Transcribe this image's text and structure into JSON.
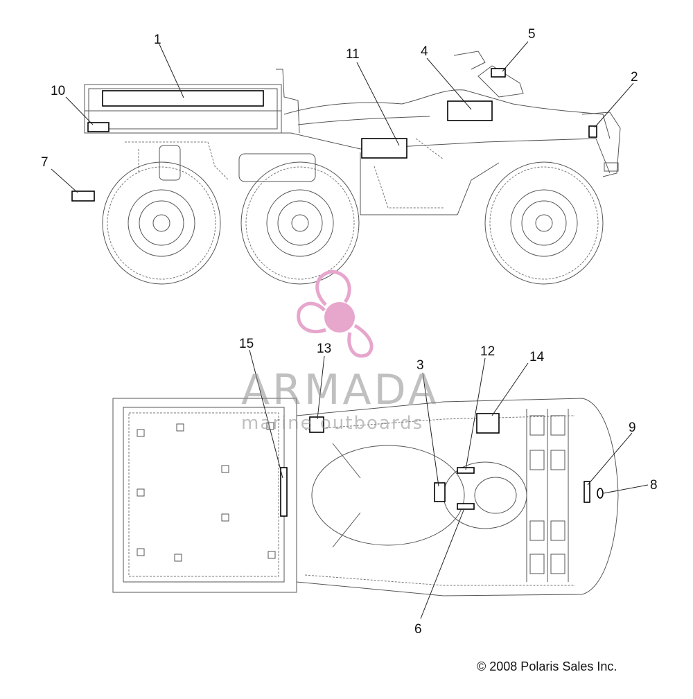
{
  "callouts": [
    {
      "id": "c1",
      "label": "1"
    },
    {
      "id": "c2",
      "label": "2"
    },
    {
      "id": "c3",
      "label": "3"
    },
    {
      "id": "c4",
      "label": "4"
    },
    {
      "id": "c5",
      "label": "5"
    },
    {
      "id": "c6",
      "label": "6"
    },
    {
      "id": "c7",
      "label": "7"
    },
    {
      "id": "c8",
      "label": "8"
    },
    {
      "id": "c9",
      "label": "9"
    },
    {
      "id": "c10",
      "label": "10"
    },
    {
      "id": "c11",
      "label": "11"
    },
    {
      "id": "c12",
      "label": "12"
    },
    {
      "id": "c13",
      "label": "13"
    },
    {
      "id": "c14",
      "label": "14"
    },
    {
      "id": "c15",
      "label": "15"
    }
  ],
  "watermark": {
    "brand": "ARMADA",
    "tagline": "marine outboards",
    "color": "#e7a6cc"
  },
  "copyright": "© 2008 Polaris Sales Inc."
}
